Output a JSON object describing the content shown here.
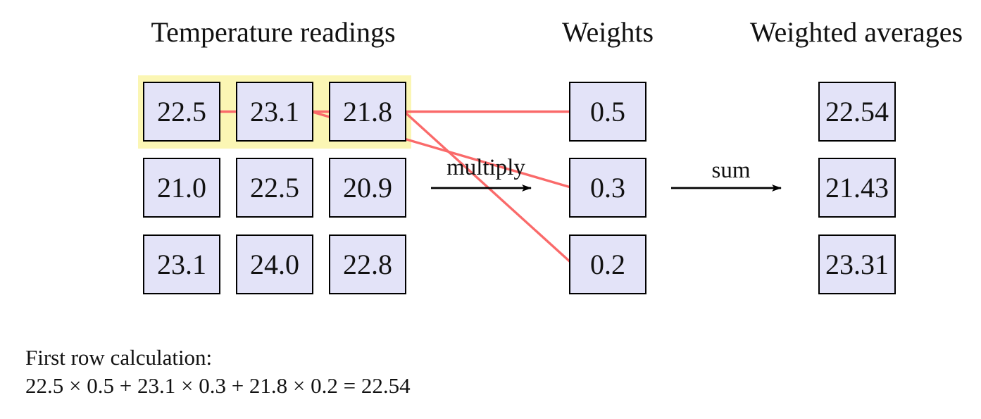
{
  "titles": {
    "temperature": "Temperature readings",
    "weights": "Weights",
    "averages": "Weighted averages"
  },
  "temperature_grid": {
    "rows": [
      [
        "22.5",
        "23.1",
        "21.8"
      ],
      [
        "21.0",
        "22.5",
        "20.9"
      ],
      [
        "23.1",
        "24.0",
        "22.8"
      ]
    ],
    "highlighted_row_index": 0
  },
  "weights": [
    "0.5",
    "0.3",
    "0.2"
  ],
  "weighted_averages": [
    "22.54",
    "21.43",
    "23.31"
  ],
  "arrow_labels": {
    "multiply": "multiply",
    "sum": "sum"
  },
  "footer": {
    "line1": "First row calculation:",
    "line2": "22.5 × 0.5 + 23.1 × 0.3 + 21.8 × 0.2 = 22.54"
  },
  "colors": {
    "box_fill": "#e3e3f8",
    "box_border": "#000000",
    "highlight": "#fbf6b4",
    "connector": "#fa6a6a",
    "arrow": "#000000"
  }
}
